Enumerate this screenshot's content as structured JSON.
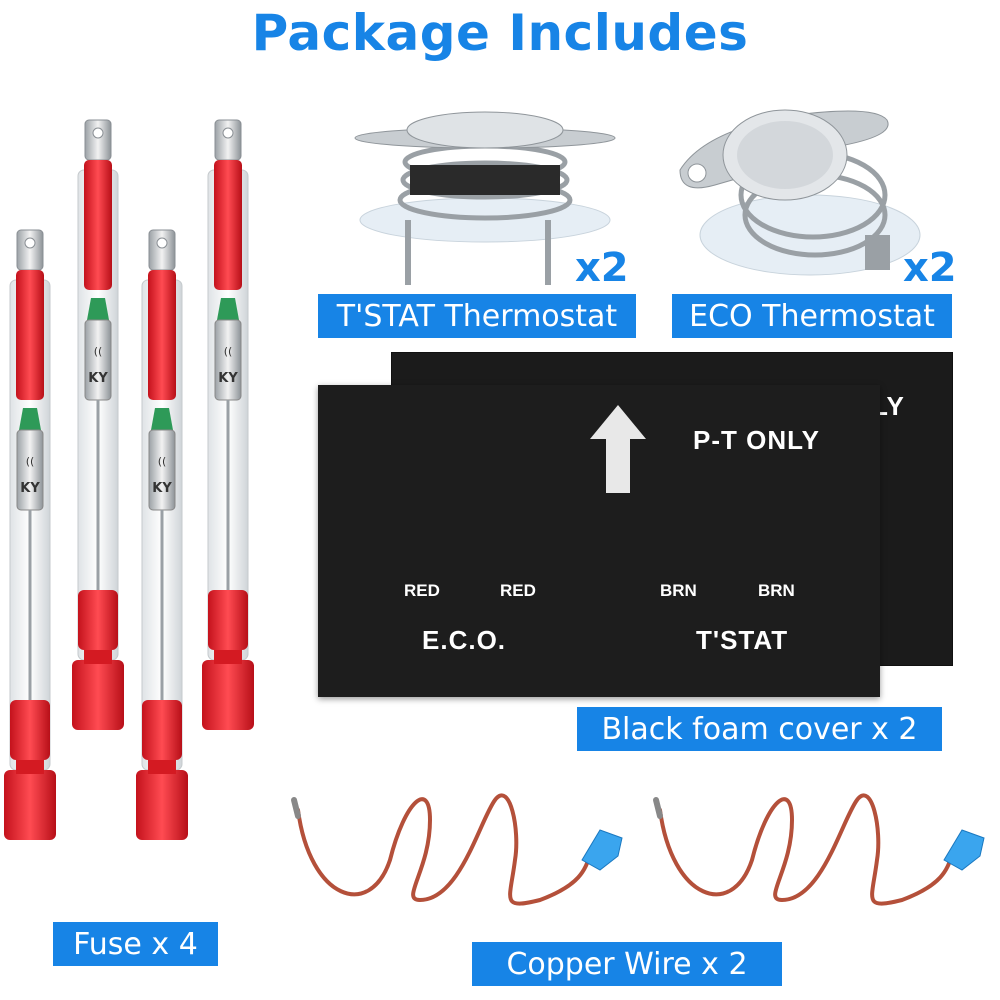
{
  "title": "Package Includes",
  "items": {
    "fuse": {
      "label": "Fuse x 4"
    },
    "tstat": {
      "label": "T'STAT Thermostat",
      "qty": "x2"
    },
    "eco": {
      "label": "ECO Thermostat",
      "qty": "x2"
    },
    "foam": {
      "label": "Black foam cover x 2",
      "back_partial_text": "LY",
      "text_pt_only": "P-T ONLY",
      "text_red_1": "RED",
      "text_red_2": "RED",
      "text_brn_1": "BRN",
      "text_brn_2": "BRN",
      "text_eco": "E.C.O.",
      "text_tstat": "T'STAT"
    },
    "wire": {
      "label": "Copper Wire x 2"
    }
  },
  "colors": {
    "accent": "#1784e6",
    "fuse_red": "#e8202a",
    "foam": "#1a1a1a",
    "wire": "#b4503a",
    "connector_blue": "#3aa5ee"
  }
}
